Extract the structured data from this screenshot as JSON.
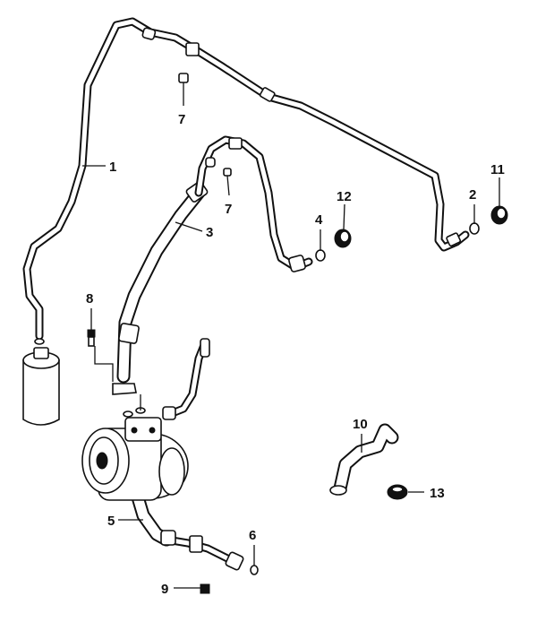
{
  "diagram": {
    "callouts": [
      {
        "id": "c1",
        "label": "1"
      },
      {
        "id": "c2",
        "label": "2"
      },
      {
        "id": "c3",
        "label": "3"
      },
      {
        "id": "c4",
        "label": "4"
      },
      {
        "id": "c5",
        "label": "5"
      },
      {
        "id": "c6",
        "label": "6"
      },
      {
        "id": "c7a",
        "label": "7"
      },
      {
        "id": "c7b",
        "label": "7"
      },
      {
        "id": "c8",
        "label": "8"
      },
      {
        "id": "c9",
        "label": "9"
      },
      {
        "id": "c10",
        "label": "10"
      },
      {
        "id": "c11",
        "label": "11"
      },
      {
        "id": "c12",
        "label": "12"
      },
      {
        "id": "c13",
        "label": "13"
      }
    ]
  }
}
